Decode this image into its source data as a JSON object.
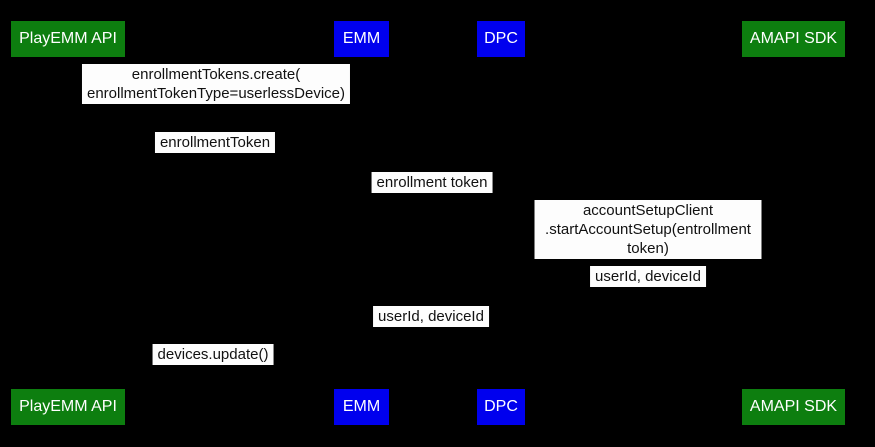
{
  "diagram": {
    "type": "sequence-diagram",
    "background_color": "#000000",
    "actor_colors": {
      "green": "#0d7e0f",
      "blue": "#0000ee",
      "text": "#ffffff"
    },
    "label_colors": {
      "background": "#fdfdfd",
      "text": "#111111"
    }
  },
  "actors": {
    "playemm_api": "PlayEMM API",
    "emm": "EMM",
    "dpc": "DPC",
    "amapi_sdk": "AMAPI SDK"
  },
  "messages": {
    "create_enrollment_token": "enrollmentTokens.create(\nenrollmentTokenType=userlessDevice)",
    "enrollment_token_return": "enrollmentToken",
    "enrollment_token_forward": "enrollment token",
    "start_account_setup": "accountSetupClient\n.startAccountSetup(entrollment token)",
    "userid_deviceid_right": "userId, deviceId",
    "userid_deviceid_left": "userId, deviceId",
    "devices_update": "devices.update()"
  }
}
